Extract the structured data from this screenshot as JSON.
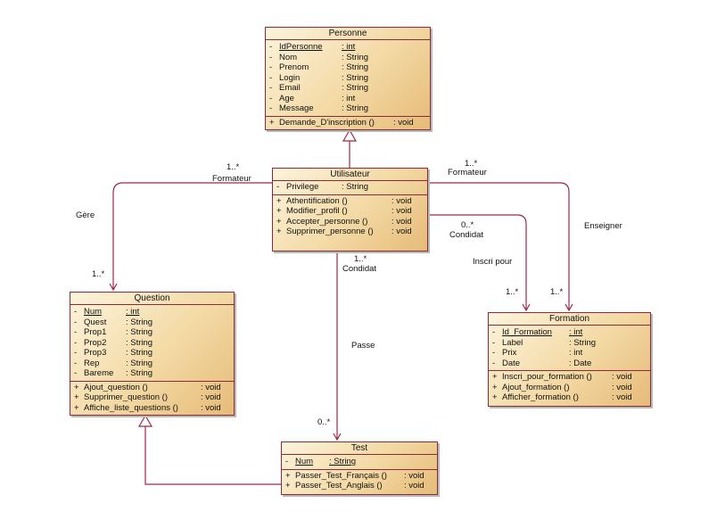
{
  "classes": {
    "personne": {
      "name": "Personne",
      "attributes": [
        {
          "vis": "-",
          "name": "IdPersonne",
          "type": ": int",
          "key": true
        },
        {
          "vis": "-",
          "name": "Nom",
          "type": ": String"
        },
        {
          "vis": "-",
          "name": "Prenom",
          "type": ": String"
        },
        {
          "vis": "-",
          "name": "Login",
          "type": ": String"
        },
        {
          "vis": "-",
          "name": "Email",
          "type": ": String"
        },
        {
          "vis": "-",
          "name": "Age",
          "type": ": int"
        },
        {
          "vis": "-",
          "name": "Message",
          "type": ": String"
        }
      ],
      "operations": [
        {
          "vis": "+",
          "name": "Demande_D'inscription ()",
          "type": ": void"
        }
      ]
    },
    "utilisateur": {
      "name": "Utilisateur",
      "attributes": [
        {
          "vis": "-",
          "name": "Privilege",
          "type": ": String"
        }
      ],
      "operations": [
        {
          "vis": "+",
          "name": "Athentification ()",
          "type": ": void"
        },
        {
          "vis": "+",
          "name": "Modifier_profil ()",
          "type": ": void"
        },
        {
          "vis": "+",
          "name": "Accepter_personne ()",
          "type": ": void"
        },
        {
          "vis": "+",
          "name": "Supprimer_personne ()",
          "type": ": void"
        }
      ]
    },
    "question": {
      "name": "Question",
      "attributes": [
        {
          "vis": "-",
          "name": "Num",
          "type": ": int",
          "key": true
        },
        {
          "vis": "-",
          "name": "Quest",
          "type": ": String"
        },
        {
          "vis": "-",
          "name": "Prop1",
          "type": ": String"
        },
        {
          "vis": "-",
          "name": "Prop2",
          "type": ": String"
        },
        {
          "vis": "-",
          "name": "Prop3",
          "type": ": String"
        },
        {
          "vis": "-",
          "name": "Rep",
          "type": ": String"
        },
        {
          "vis": "-",
          "name": "Bareme",
          "type": ": String"
        }
      ],
      "operations": [
        {
          "vis": "+",
          "name": "Ajout_question ()",
          "type": ": void"
        },
        {
          "vis": "+",
          "name": "Supprimer_question ()",
          "type": ": void"
        },
        {
          "vis": "+",
          "name": "Affiche_liste_questions ()",
          "type": ": void"
        }
      ]
    },
    "formation": {
      "name": "Formation",
      "attributes": [
        {
          "vis": "-",
          "name": "Id_Formation",
          "type": ": int",
          "key": true
        },
        {
          "vis": "-",
          "name": "Label",
          "type": ": String"
        },
        {
          "vis": "-",
          "name": "Prix",
          "type": ": int"
        },
        {
          "vis": "-",
          "name": "Date",
          "type": ": Date"
        }
      ],
      "operations": [
        {
          "vis": "+",
          "name": "Inscri_pour_formation ()",
          "type": ": void"
        },
        {
          "vis": "+",
          "name": "Ajout_formation ()",
          "type": ": void"
        },
        {
          "vis": "+",
          "name": "Afficher_formation ()",
          "type": ": void"
        }
      ]
    },
    "test": {
      "name": "Test",
      "attributes": [
        {
          "vis": "-",
          "name": "Num",
          "type": ": String",
          "key": true
        }
      ],
      "operations": [
        {
          "vis": "+",
          "name": "Passer_Test_Français ()",
          "type": ": void"
        },
        {
          "vis": "+",
          "name": "Passer_Test_Anglais ()",
          "type": ": void"
        }
      ]
    }
  },
  "labels": {
    "gere_mult_src": "1..*",
    "gere_role": "Formateur",
    "gere_name": "Gère",
    "gere_mult_dst": "1..*",
    "enseigner_mult_src": "1..*",
    "enseigner_role": "Formateur",
    "enseigner_name": "Enseigner",
    "enseigner_mult_dst": "1..*",
    "inscri_mult_src": "0..*",
    "inscri_role": "Condidat",
    "inscri_name": "Inscri pour",
    "inscri_mult_dst": "1..*",
    "passe_mult_src": "1..*",
    "passe_role": "Condidat",
    "passe_name": "Passe",
    "passe_mult_dst": "0..*"
  },
  "colors": {
    "line": "#9a2a4a",
    "border": "#8b2a3a"
  }
}
